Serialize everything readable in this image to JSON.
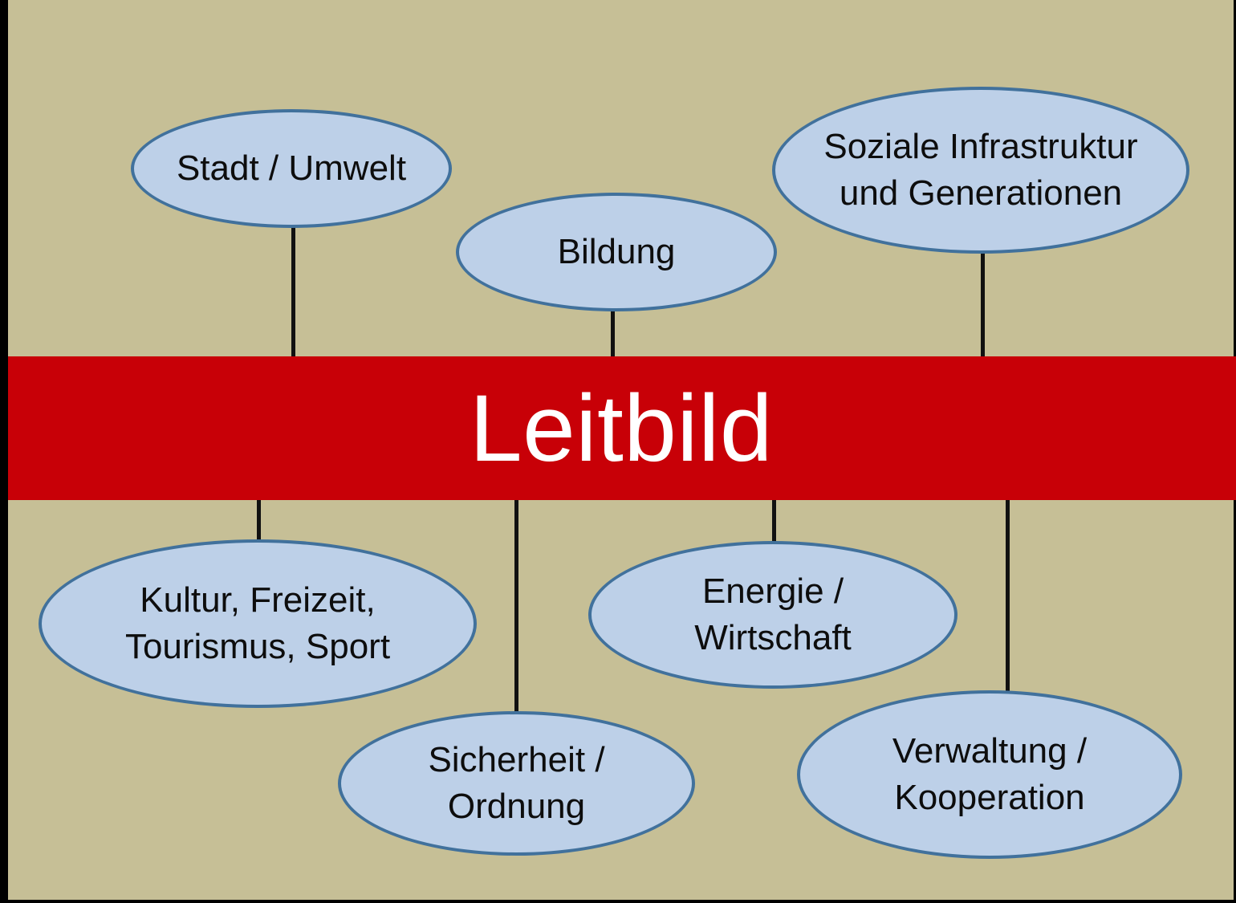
{
  "diagram": {
    "title": "Leitbild",
    "center": {
      "label": "Leitbild",
      "background_color": "#C80007",
      "text_color": "#FFFFFF"
    },
    "colors": {
      "background": "#C6BF96",
      "frame": "#000000",
      "node_fill": "#BDD0E8",
      "node_border": "#41719C",
      "connector": "#111111",
      "node_text": "#0D0D0D"
    },
    "nodes": [
      {
        "id": "stadt-umwelt",
        "label": "Stadt / Umwelt",
        "position": "above-left"
      },
      {
        "id": "bildung",
        "label": "Bildung",
        "position": "above-center"
      },
      {
        "id": "soziale-infrastruktur",
        "label": "Soziale Infrastruktur\nund Generationen",
        "position": "above-right"
      },
      {
        "id": "kultur-freizeit",
        "label": "Kultur, Freizeit,\nTourismus, Sport",
        "position": "below-left"
      },
      {
        "id": "sicherheit-ordnung",
        "label": "Sicherheit /\nOrdnung",
        "position": "below-center-left"
      },
      {
        "id": "energie-wirtschaft",
        "label": "Energie /\nWirtschaft",
        "position": "below-center-right"
      },
      {
        "id": "verwaltung-kooperation",
        "label": "Verwaltung /\nKooperation",
        "position": "below-right"
      }
    ]
  }
}
